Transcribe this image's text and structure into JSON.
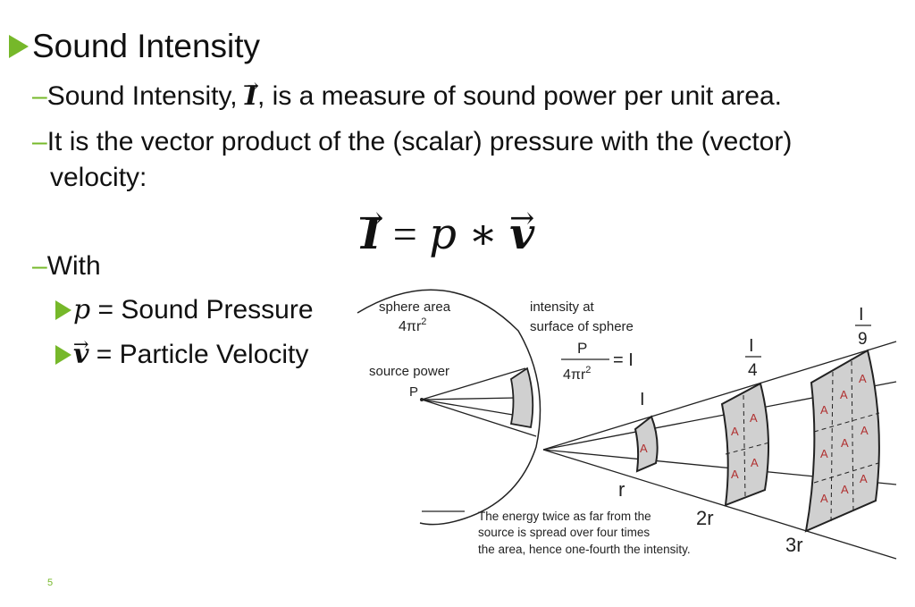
{
  "slide": {
    "title": "Sound Intensity",
    "bullets": {
      "b1_pre": "Sound Intensity, ",
      "b1_symbol": "I",
      "b1_post": ", is a measure of sound power per unit area.",
      "b2_line1": "It is the vector product of the (scalar) pressure with the (vector)",
      "b2_line2": "velocity:",
      "b3": "With"
    },
    "dash": "–",
    "arrow_glyph": "→",
    "equation": {
      "lhs": "I",
      "equals": "=",
      "p": "p",
      "op": "∗",
      "v": "v"
    },
    "definitions": [
      {
        "symbol": "p",
        "text": " = Sound Pressure"
      },
      {
        "symbol": "v",
        "text": " = Particle Velocity"
      }
    ],
    "slide_number": "5"
  },
  "figure": {
    "sphere_area_label": "sphere area",
    "sphere_area_formula": "4πr",
    "sphere_area_exp": "2",
    "source_power_label": "source power",
    "source_symbol": "P",
    "intensity_line1": "intensity at",
    "intensity_line2": "surface of sphere",
    "fraction_num": "P",
    "fraction_den": "4πr",
    "fraction_den_exp": "2",
    "fraction_eq": "= I",
    "I_label": "I",
    "I4_num": "I",
    "I4_den": "4",
    "I9_num": "I",
    "I9_den": "9",
    "area_letter": "A",
    "r_label": "r",
    "r2_label": "2r",
    "r3_label": "3r",
    "caption_line1": "The energy twice as far from the",
    "caption_line2": "source is spread over four times",
    "caption_line3": "the area, hence one-fourth the intensity."
  }
}
